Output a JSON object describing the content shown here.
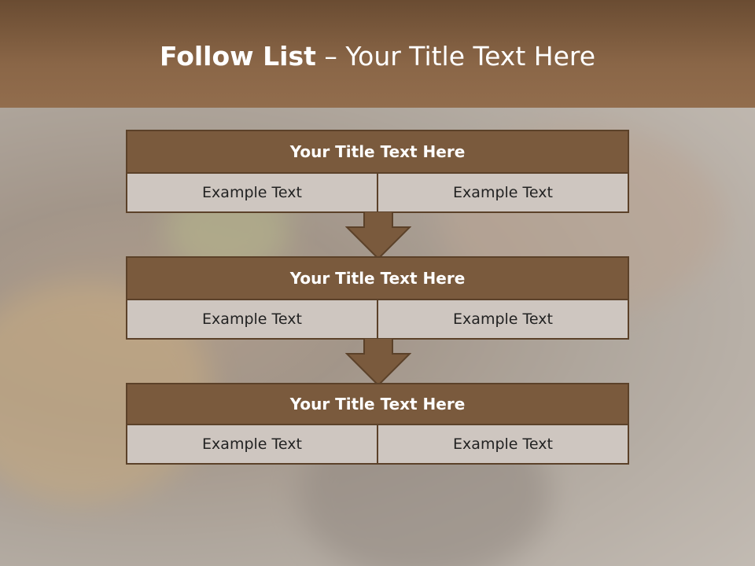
{
  "header": {
    "title_bold": "Follow List",
    "title_rest": " – Your Title Text Here"
  },
  "blocks": [
    {
      "title": "Your Title Text Here",
      "left": "Example Text",
      "right": "Example Text"
    },
    {
      "title": "Your Title Text Here",
      "left": "Example Text",
      "right": "Example Text"
    },
    {
      "title": "Your Title Text Here",
      "left": "Example Text",
      "right": "Example Text"
    }
  ],
  "colors": {
    "header": "#8a6647",
    "block_title": "#7a5a3d",
    "cell": "#cec6c0",
    "border": "#5b4129"
  }
}
